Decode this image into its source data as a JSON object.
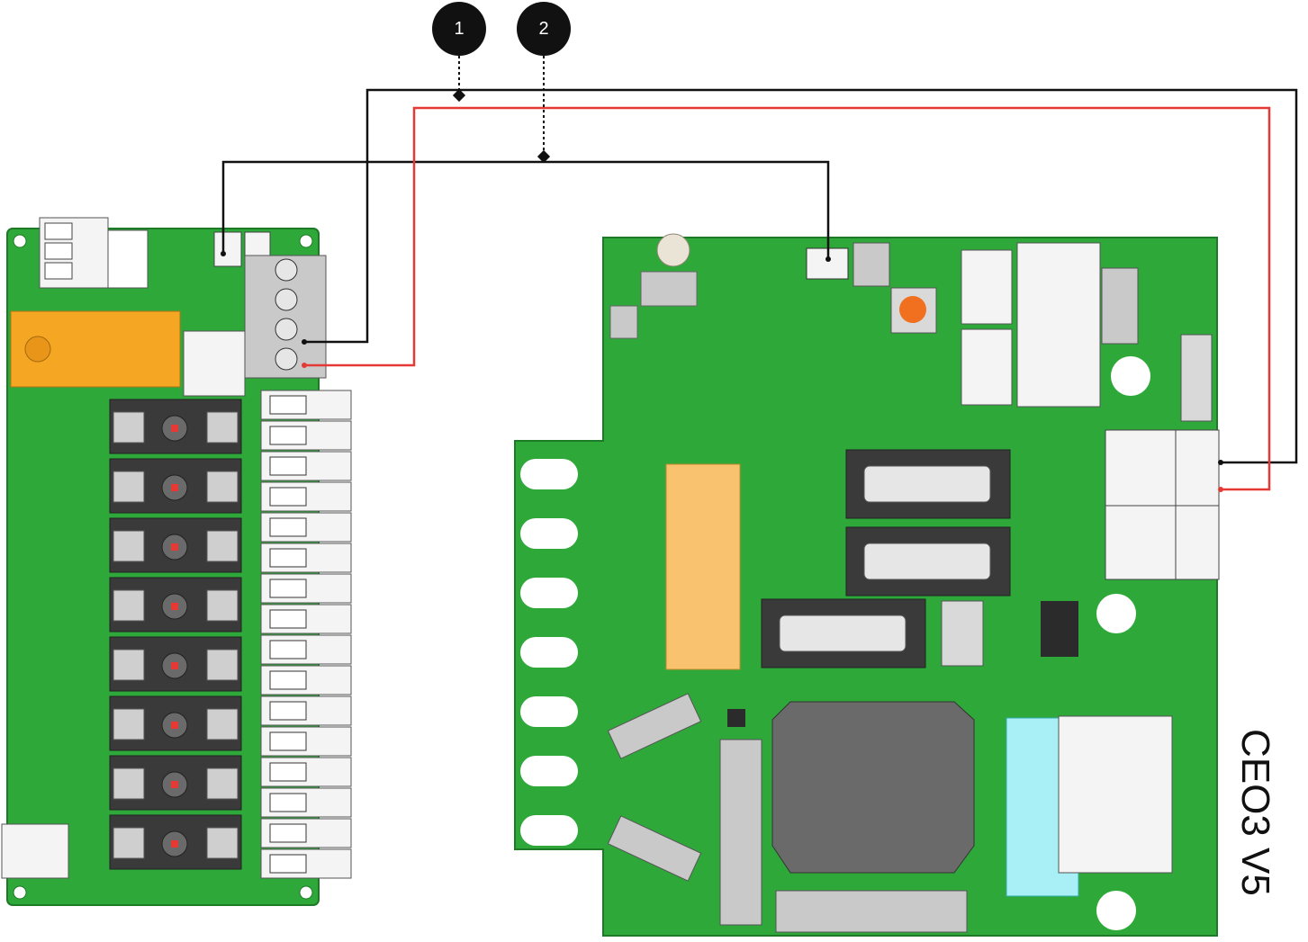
{
  "markers": [
    {
      "id": "1",
      "label": "1"
    },
    {
      "id": "2",
      "label": "2"
    }
  ],
  "controller_board": {
    "label": "CEO3 V5"
  },
  "wires": [
    {
      "name": "wire-1",
      "marker": "1",
      "color": "#111111"
    },
    {
      "name": "wire-red",
      "color": "#e53935"
    },
    {
      "name": "wire-2",
      "marker": "2",
      "color": "#111111"
    }
  ],
  "colors": {
    "pcb": "#2fa83a",
    "pcb_edge": "#1e7a26",
    "relay": "#f5a623",
    "connector_white": "#f4f4f4",
    "component_dark": "#2b2b2b",
    "fuse_holder": "#3a3a3a",
    "inductor": "#6a6a6a",
    "capacitor_cyan": "#a8f0f5",
    "button_orange": "#f07020",
    "gray_part": "#c9c9c9"
  }
}
